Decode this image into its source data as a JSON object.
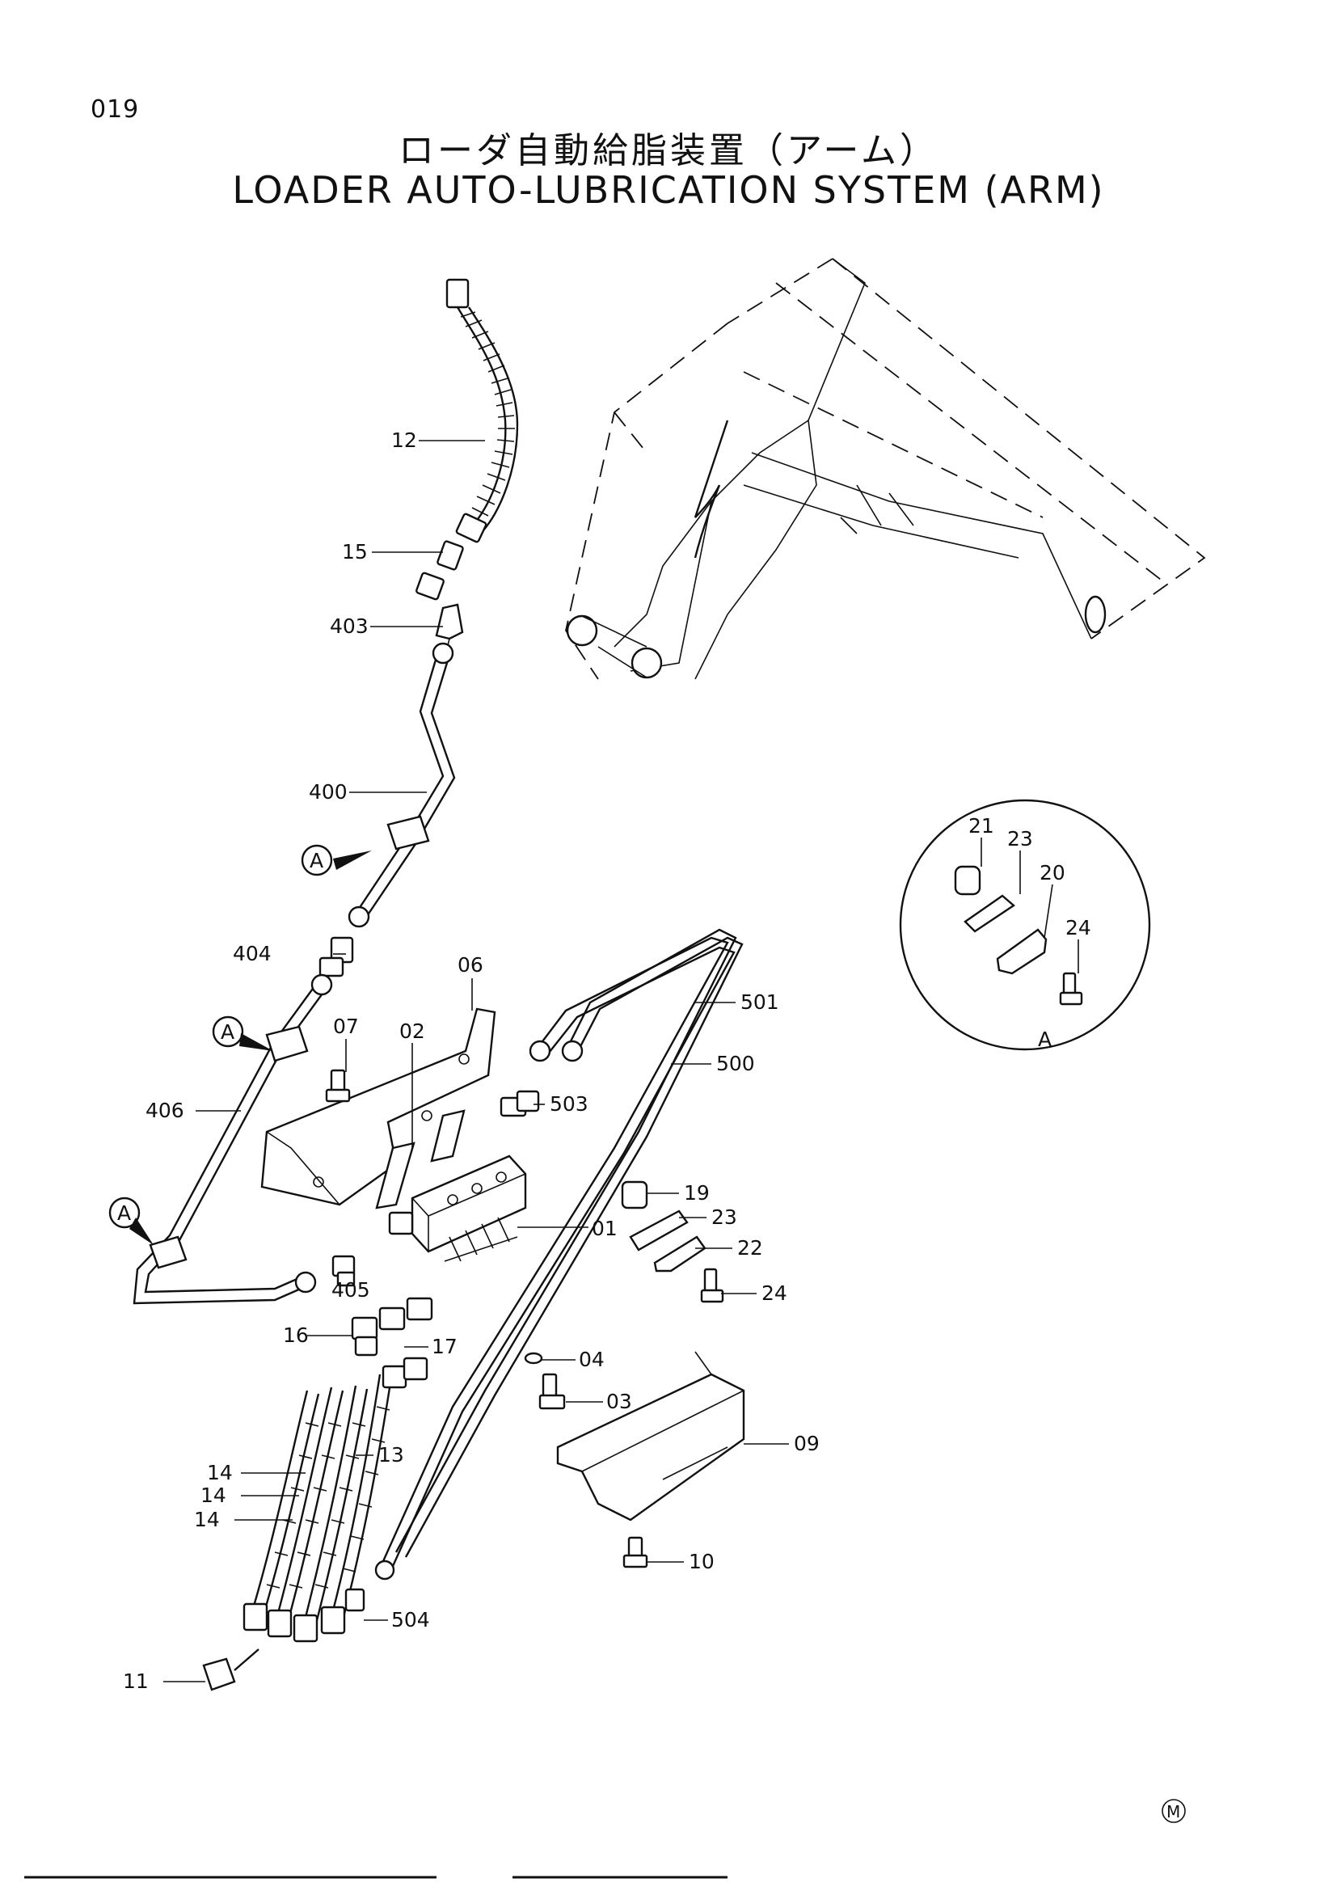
{
  "page_number": "019",
  "title_ja": "ローダ自動給脂装置（アーム）",
  "title_en": "LOADER AUTO-LUBRICATION SYSTEM (ARM)",
  "view_ref": "A",
  "mark": "M",
  "labels": {
    "p01": "01",
    "p02": "02",
    "p03": "03",
    "p04": "04",
    "p06": "06",
    "p07": "07",
    "p09": "09",
    "p10": "10",
    "p11": "11",
    "p12": "12",
    "p13": "13",
    "p14": "14",
    "p15": "15",
    "p16": "16",
    "p17": "17",
    "p19": "19",
    "p20": "20",
    "p21": "21",
    "p22": "22",
    "p23": "23",
    "p24": "24",
    "p400": "400",
    "p403": "403",
    "p404": "404",
    "p405": "405",
    "p406": "406",
    "p500": "500",
    "p501": "501",
    "p503": "503",
    "p504": "504"
  }
}
